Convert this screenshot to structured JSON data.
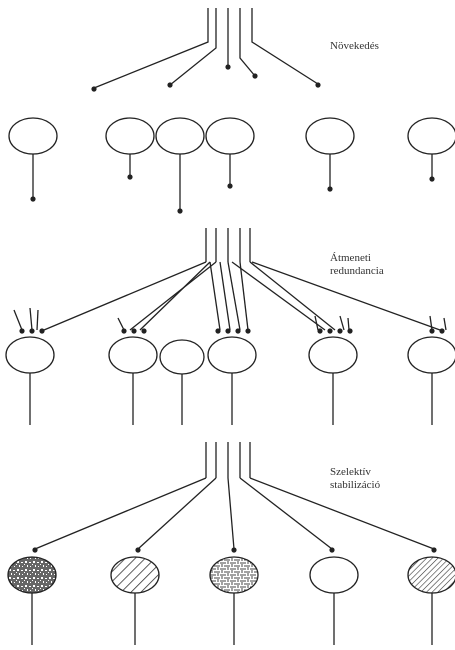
{
  "stages": [
    {
      "label_line1": "Növekedés",
      "label_line2": ""
    },
    {
      "label_line1": "Átmeneti",
      "label_line2": "redundancia"
    },
    {
      "label_line1": "Szelektív",
      "label_line2": "stabilizáció"
    }
  ],
  "colors": {
    "stroke": "#222222",
    "background": "#ffffff"
  }
}
